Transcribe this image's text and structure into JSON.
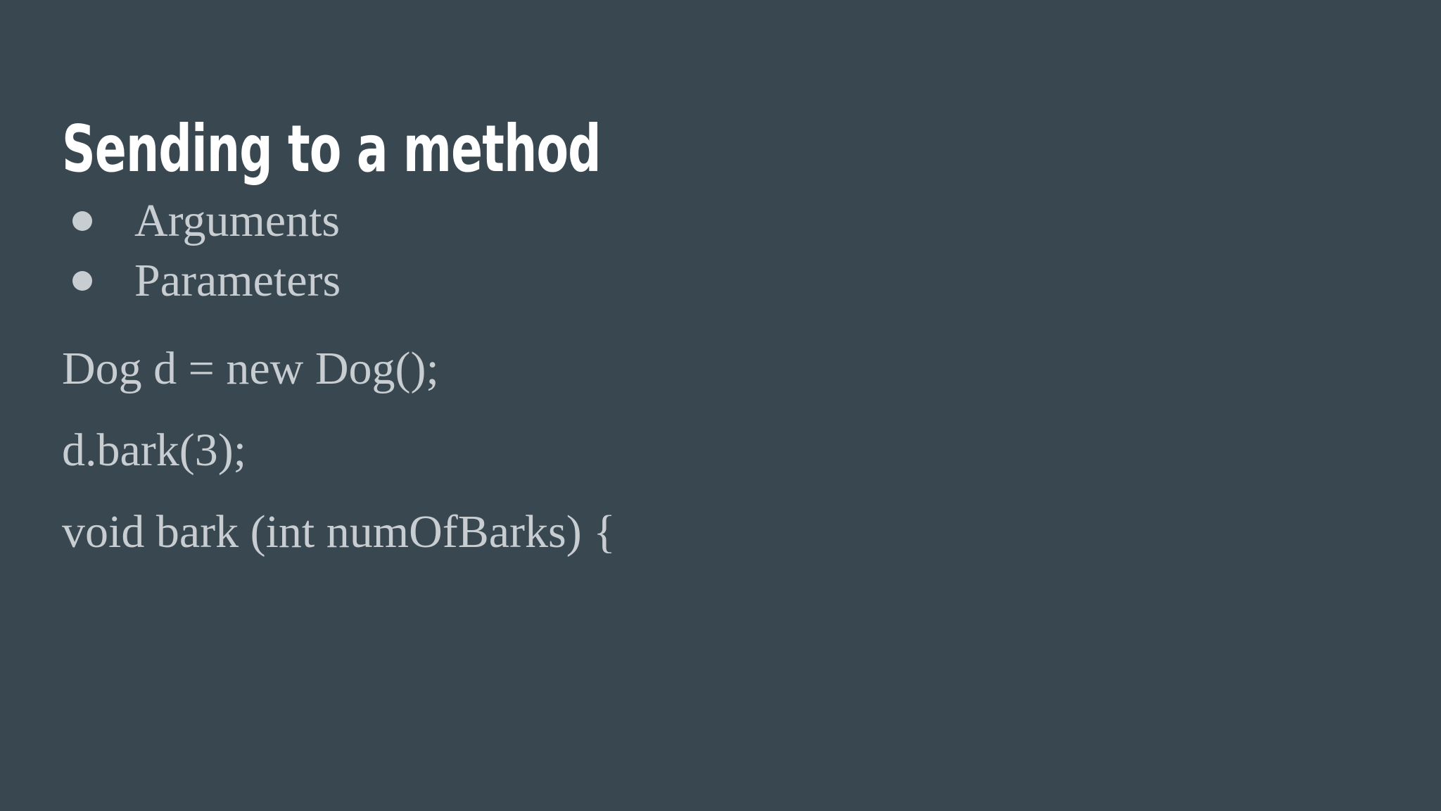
{
  "slide": {
    "title": "Sending to a method",
    "background_color": "#394750",
    "title_color": "#FFFFFF",
    "body_color": "#C7CDD1",
    "bullets": [
      {
        "label": "Arguments"
      },
      {
        "label": "Parameters"
      }
    ],
    "code_lines": [
      {
        "text": "Dog d = new Dog();"
      },
      {
        "text": "d.bark(3);"
      },
      {
        "text": "void bark (int numOfBarks) {"
      }
    ]
  }
}
